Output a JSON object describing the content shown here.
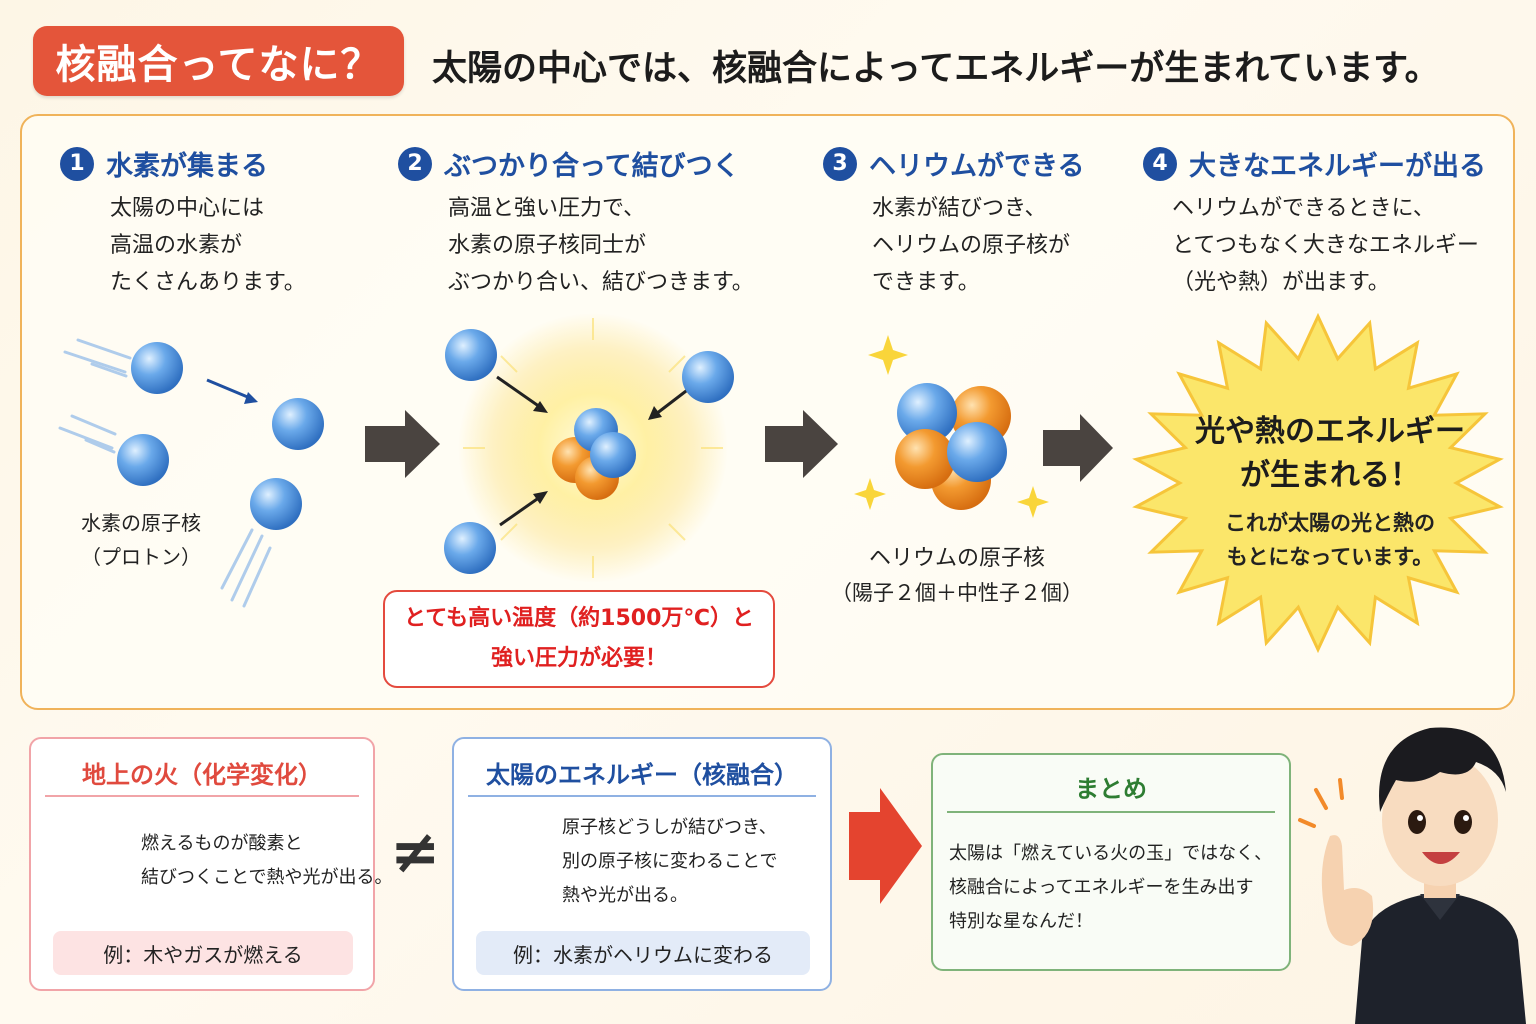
{
  "header": {
    "badge": "核融合ってなに？",
    "headline": "太陽の中心では、核融合によってエネルギーが生まれています。"
  },
  "steps": [
    {
      "num": "1",
      "title": "水素が集まる",
      "lines": [
        "太陽の中心には",
        "高温の水素が",
        "たくさんあります。"
      ]
    },
    {
      "num": "2",
      "title": "ぶつかり合って結びつく",
      "lines": [
        "高温と強い圧力で、",
        "水素の原子核同士が",
        "ぶつかり合い、結びつきます。"
      ]
    },
    {
      "num": "3",
      "title": "ヘリウムができる",
      "lines": [
        "水素が結びつき、",
        "ヘリウムの原子核が",
        "できます。"
      ]
    },
    {
      "num": "4",
      "title": "大きなエネルギーが出る",
      "lines": [
        "ヘリウムができるときに、",
        "とてつもなく大きなエネルギー",
        "（光や熱）が出ます。"
      ]
    }
  ],
  "captions": {
    "hydrogen": [
      "水素の原子核",
      "（プロトン）"
    ],
    "helium": [
      "ヘリウムの原子核",
      "（陽子２個＋中性子２個）"
    ]
  },
  "heat_note": [
    "とても高い温度（約1500万℃）と",
    "強い圧力が必要！"
  ],
  "burst": {
    "title": [
      "光や熱のエネルギー",
      "が生まれる！"
    ],
    "sub": [
      "これが太陽の光と熱の",
      "もとになっています。"
    ]
  },
  "cards": {
    "fire": {
      "title": "地上の火（化学変化）",
      "lines": [
        "燃えるものが酸素と",
        "結びつくことで熱や光が出る。"
      ],
      "example": "例：木やガスが燃える"
    },
    "neq": "≠",
    "sun": {
      "title": "太陽のエネルギー（核融合）",
      "lines": [
        "原子核どうしが結びつき、",
        "別の原子核に変わることで",
        "熱や光が出る。"
      ],
      "example": "例：水素がヘリウムに変わる"
    },
    "summary": {
      "title": "まとめ",
      "lines": [
        "太陽は「燃えている火の玉」ではなく、",
        "核融合によってエネルギーを生み出す",
        "特別な星なんだ！"
      ]
    }
  },
  "colors": {
    "badge": "#e4553a",
    "step_blue": "#1f4fa0",
    "proton": "#5b9de0",
    "neutron": "#f0962a",
    "panel_border": "#f0b35a",
    "alert_red": "#e44a3e"
  }
}
